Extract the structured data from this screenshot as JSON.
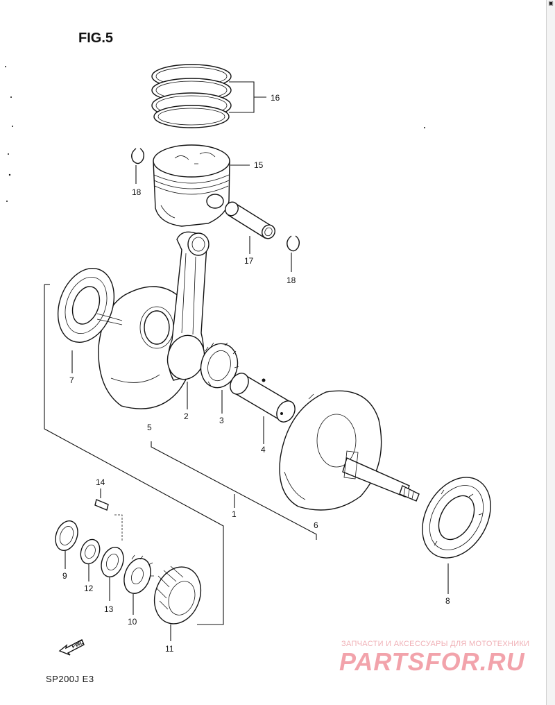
{
  "figure": {
    "title": "FIG.5",
    "model_code": "SP200J  E3",
    "fwd_label": "FWD"
  },
  "parts": [
    {
      "id": "1"
    },
    {
      "id": "2"
    },
    {
      "id": "3"
    },
    {
      "id": "4"
    },
    {
      "id": "5"
    },
    {
      "id": "6"
    },
    {
      "id": "7"
    },
    {
      "id": "8"
    },
    {
      "id": "9"
    },
    {
      "id": "10"
    },
    {
      "id": "11"
    },
    {
      "id": "12"
    },
    {
      "id": "13"
    },
    {
      "id": "14"
    },
    {
      "id": "15"
    },
    {
      "id": "16"
    },
    {
      "id": "17"
    },
    {
      "id": "18a",
      "label": "18"
    },
    {
      "id": "18b",
      "label": "18"
    }
  ],
  "callouts": {
    "p1": "1",
    "p2": "2",
    "p3": "3",
    "p4": "4",
    "p5": "5",
    "p6": "6",
    "p7": "7",
    "p8": "8",
    "p9": "9",
    "p10": "10",
    "p11": "11",
    "p12": "12",
    "p13": "13",
    "p14": "14",
    "p15": "15",
    "p16": "16",
    "p17": "17",
    "p18a": "18",
    "p18b": "18"
  },
  "watermark": {
    "tagline": "ЗАПЧАСТИ И АКСЕССУАРЫ ДЛЯ МОТОТЕХНИКИ",
    "brand": "PARTSFOR.RU",
    "color": "#f2a3ab"
  },
  "icons": {
    "corner": "corner-mark-icon",
    "fwd_arrow": "fwd-arrow-icon"
  }
}
